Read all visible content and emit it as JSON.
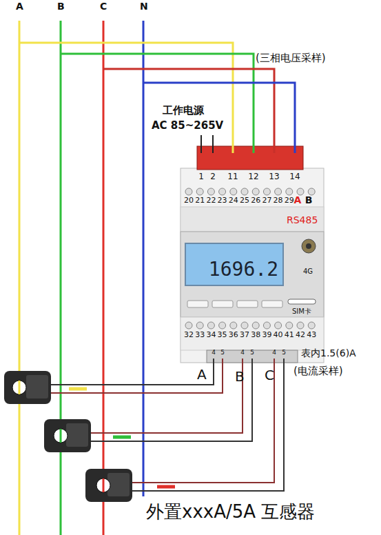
{
  "diagram": {
    "nodes": [
      {
        "text": [
          "1696.2"
        ]
      }
    ],
    "labels": [
      "A",
      "B",
      "C",
      "N",
      "(三相电压采样)",
      "工作电源",
      "AC 85~265V",
      "1",
      "2",
      "11",
      "12",
      "13",
      "14",
      "20",
      "21",
      "22",
      "23",
      "24",
      "25",
      "26",
      "27",
      "28",
      "29",
      "A",
      "B",
      "RS485",
      "4G",
      "SIM卡",
      "32",
      "33",
      "34",
      "35",
      "36",
      "37",
      "38",
      "39",
      "40",
      "41",
      "42",
      "43",
      "4",
      "5",
      "4",
      "5",
      "4",
      "5",
      "A",
      "B",
      "C",
      "表内1.5(6)A",
      "(电流采样)",
      "外置xxxA/5A 互感器"
    ]
  }
}
